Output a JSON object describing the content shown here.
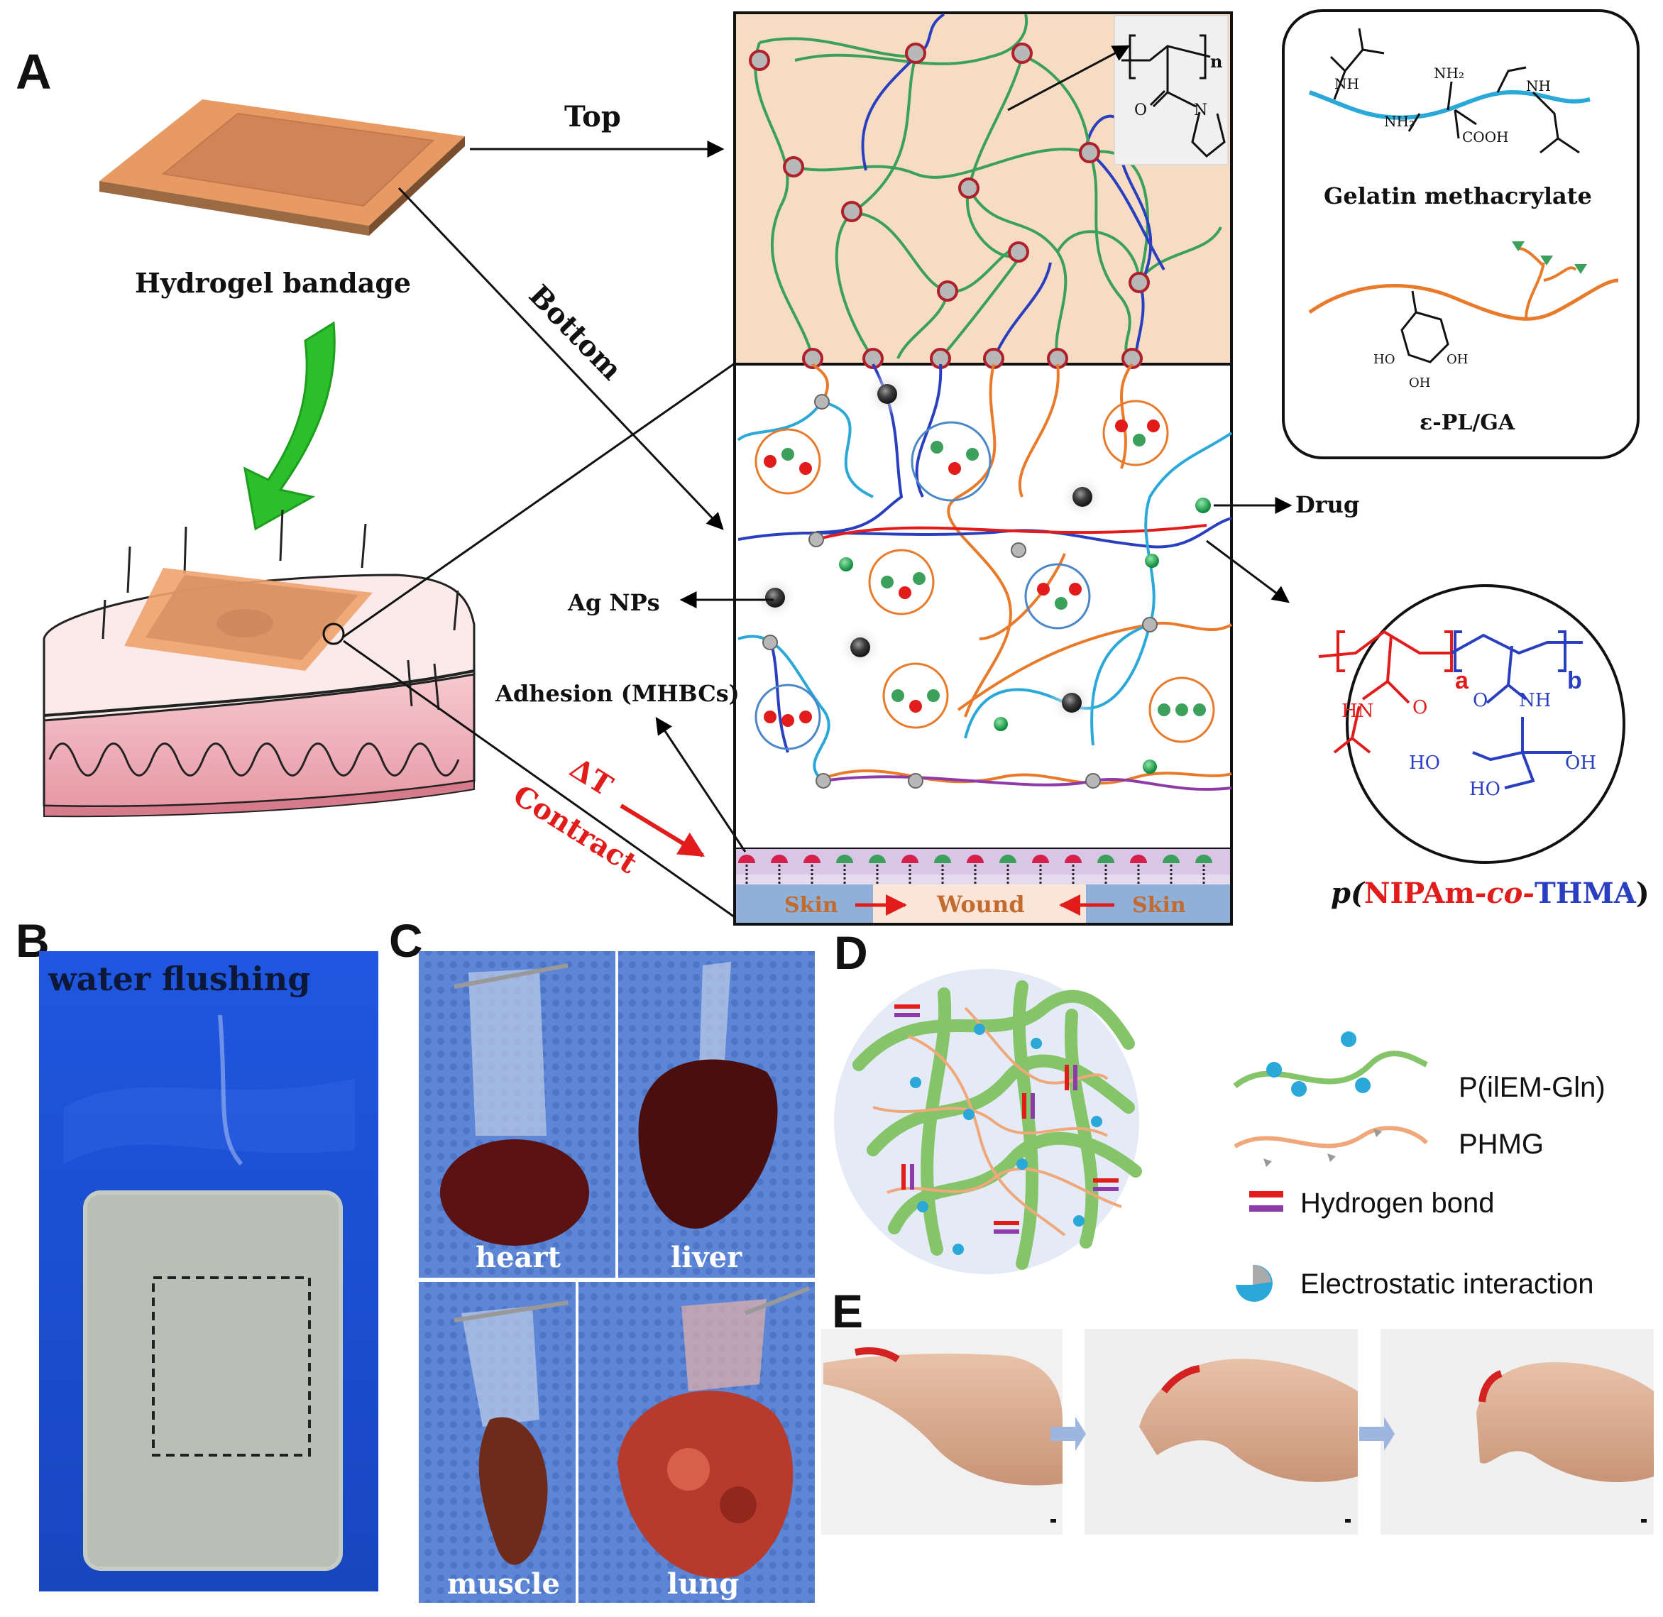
{
  "panel_labels": {
    "a": "A",
    "b": "B",
    "c": "C",
    "d": "D",
    "e": "E"
  },
  "panel_a": {
    "bandage_label": "Hydrogel bandage",
    "top_label": "Top",
    "bottom_label": "Bottom",
    "ag_label": "Ag NPs",
    "adhesion_label": "Adhesion (MHBCs)",
    "drug_label": "Drug",
    "delta_t": "ΔT",
    "contract": "Contract",
    "skin_left": "Skin",
    "wound": "Wound",
    "skin_right": "Skin",
    "gelma_label": "Gelatin methacrylate",
    "epl_label": "ε-PL/GA",
    "repeat_n": "n",
    "copolymer": {
      "p": "p(",
      "nipam": "NIPAm",
      "sep": "-co-",
      "thma": "THMA",
      "close": ")"
    },
    "sub_a": "a",
    "sub_b": "b",
    "chem": {
      "nh": "NH",
      "nh2": "NH₂",
      "cooh": "COOH",
      "ho": "HO",
      "oh": "OH",
      "o": "O",
      "hn": "HN",
      "n": "N"
    }
  },
  "panel_b": {
    "title": "water flushing"
  },
  "panel_c": {
    "labels": [
      "heart",
      "liver",
      "muscle",
      "lung"
    ]
  },
  "panel_d": {
    "legend": [
      "P(ilEM-Gln)",
      "PHMG",
      "Hydrogen bond",
      "Electrostatic interaction"
    ]
  },
  "colors": {
    "green_chain": "#3aa05a",
    "blue_chain": "#2a3fc0",
    "orange_chain": "#e87a2a",
    "red": "#e21b1b",
    "peach_bg": "#f7dcc4",
    "lilac": "#d9c6e6",
    "skin_blue": "#8fb0d8"
  }
}
